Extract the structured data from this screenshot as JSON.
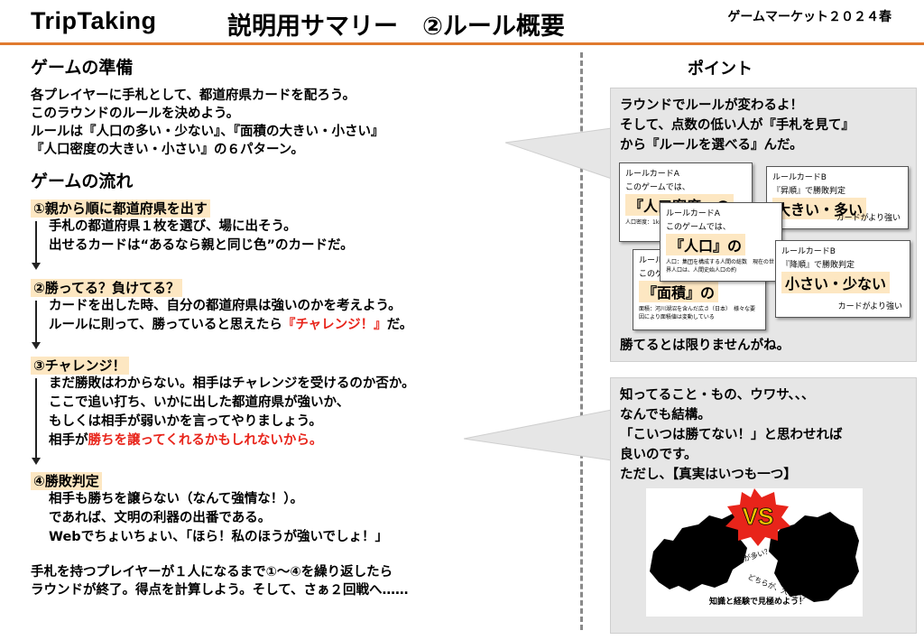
{
  "header": {
    "brand": "TripTaking",
    "title": "説明用サマリー　②ルール概要",
    "market": "ゲームマーケット２０２４春"
  },
  "prep": {
    "title": "ゲームの準備",
    "lines": [
      "各プレイヤーに手札として、都道府県カードを配ろう。",
      "このラウンドのルールを決めよう。",
      "ルールは『人口の多い・少ない』、『面積の大きい・小さい』",
      "『人口密度の大きい・小さい』の６パターン。"
    ]
  },
  "flow": {
    "title": "ゲームの流れ",
    "step1": {
      "head": "①親から順に都道府県を出す",
      "lines": [
        "手札の都道府県１枚を選び、場に出そう。",
        "出せるカードは“あるなら親と同じ色”のカードだ。"
      ]
    },
    "step2": {
      "head": "②勝ってる？負けてる？",
      "line1": "カードを出した時、自分の都道府県は強いのかを考えよう。",
      "line2_pre": "ルールに則って、勝っていると思えたら",
      "line2_red": "『チャレンジ！』",
      "line2_post": "だ。"
    },
    "step3": {
      "head": "③チャレンジ！",
      "lines": [
        "まだ勝敗はわからない。相手はチャレンジを受けるのか否か。",
        "ここで追い打ち、いかに出した都道府県が強いか、",
        "もしくは相手が弱いかを言ってやりましょう。"
      ],
      "last_pre": "相手が",
      "last_red": "勝ちを譲ってくれるかもしれないから。"
    },
    "step4": {
      "head": "④勝敗判定",
      "lines": [
        "相手も勝ちを譲らない（なんて強情な！）。",
        "であれば、文明の利器の出番である。",
        "Webでちょいちょい、「ほら！私のほうが強いでしょ！」"
      ]
    },
    "closing": [
      "手札を持つプレイヤーが１人になるまで①～④を繰り返したら",
      "ラウンドが終了。得点を計算しよう。そして、さぁ２回戦へ……"
    ]
  },
  "point": {
    "title": "ポイント",
    "bubble1": {
      "lines": [
        "ラウンドでルールが変わるよ！",
        "そして、点数の低い人が『手札を見て』",
        "から『ルールを選べる』んだ。"
      ],
      "footer": "勝てるとは限りませんがね。"
    },
    "cards": {
      "a1": {
        "head": "ルールカードA",
        "sub": "このゲームでは、",
        "big": "『人口密度』の",
        "note": "人口密度：1km²"
      },
      "a2": {
        "head": "ルールカードA",
        "sub": "このゲームでは、",
        "big": "『人口』の",
        "note": "人口：集団を構成する人間の総数　現在の世界人口は、人間史始人口の約"
      },
      "a3": {
        "head": "ルールカードA",
        "sub": "このゲームでは、",
        "big": "『面積』の",
        "note": "面積：河川湖沼を含んだ広さ（日本）　様々な要因により面積値は変動している"
      },
      "b1": {
        "head": "ルールカードB",
        "sub": "『昇順』で勝敗判定",
        "big": "大きい・多い",
        "right": "カードがより強い"
      },
      "b2": {
        "head": "ルールカードB",
        "sub": "『降順』で勝敗判定",
        "big": "小さい・少ない",
        "right": "カードがより強い"
      }
    },
    "bubble2": {
      "lines": [
        "知ってること・もの、ウワサ、、、",
        "なんでも結構。",
        "「こいつは勝てない！」と思わせれば",
        "良いのです。",
        "ただし、【真実はいつも一つ】"
      ]
    },
    "vs": {
      "badge": "VS",
      "q1": "人口が多い？少ない？",
      "q2": "どちらが、大きい？",
      "caption": "知識と経験で見極めよう！"
    }
  },
  "colors": {
    "accent": "#e07a2e",
    "highlight": "#fde7c2",
    "red": "#e8241a",
    "bubble": "#e6e6e6"
  }
}
